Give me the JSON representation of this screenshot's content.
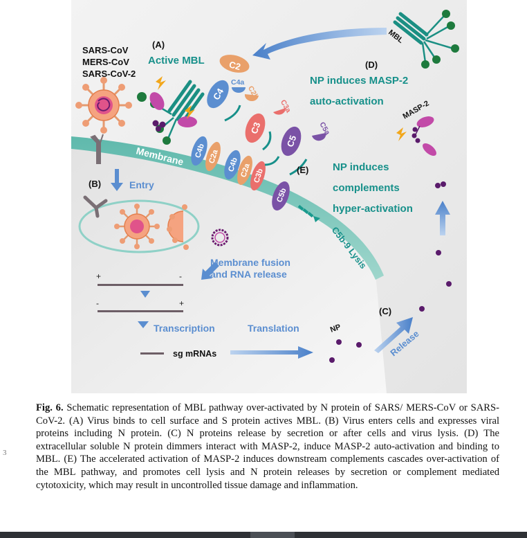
{
  "figure": {
    "viruses": [
      "SARS-CoV",
      "MERS-CoV",
      "SARS-CoV-2"
    ],
    "panel_a": "(A)",
    "active_mbl": "Active MBL",
    "mbl": "MBL",
    "panel_d": "(D)",
    "d_text_1": "NP induces MASP-2",
    "d_text_2": "auto-activation",
    "masp2": "MASP-2",
    "panel_e": "(E)",
    "e_text_1": "NP induces",
    "e_text_2": "complements",
    "e_text_3": "hyper-activation",
    "membrane": "Membrane",
    "panel_b": "(B)",
    "entry": "Entry",
    "c5b9": "C5b-9 Lysis",
    "fusion_1": "Membrane fusion",
    "fusion_2": "and RNA release",
    "plus": "+",
    "minus": "-",
    "transcription": "Transcription",
    "translation": "Translation",
    "np": "NP",
    "sg_mrnas": "sg mRNAs",
    "panel_c": "(C)",
    "release": "Release",
    "complements": {
      "c2": "C2",
      "c4": "C4",
      "c4a": "C4a",
      "c2b": "C2b",
      "c3a": "C3a",
      "c3": "C3",
      "c5a": "C5a",
      "c5": "C5",
      "c4b": "C4b",
      "c2a": "C2a",
      "c3b": "C3b",
      "c5b": "C5b"
    },
    "colors": {
      "teal": "#17908a",
      "blue": "#5b8ed0",
      "violet": "#6b2a8c",
      "c4": "#5b8ed0",
      "c2": "#e9a06a",
      "c3": "#ea6f6c",
      "c5": "#7a52a6",
      "panel_bg": "#ececec"
    }
  },
  "caption": {
    "label": "Fig. 6.",
    "text": " Schematic representation of MBL pathway over-activated by N protein of SARS/ MERS-CoV or SARS-CoV-2. (A) Virus binds to cell surface and S protein actives MBL. (B) Virus enters cells and expresses viral proteins including N protein. (C) N proteins release by secretion or after cells and virus lysis. (D) The extracellular soluble N protein dimmers interact with MASP-2, induce MASP-2 auto-activation and binding to MBL. (E) The accelerated activation of MASP-2 induces downstream complements cascades over-activation of the MBL pathway, and promotes cell lysis and N protein releases by secretion or complement mediated cytotoxicity, which may result in uncontrolled tissue damage and inflammation."
  },
  "margin_mark": "3"
}
